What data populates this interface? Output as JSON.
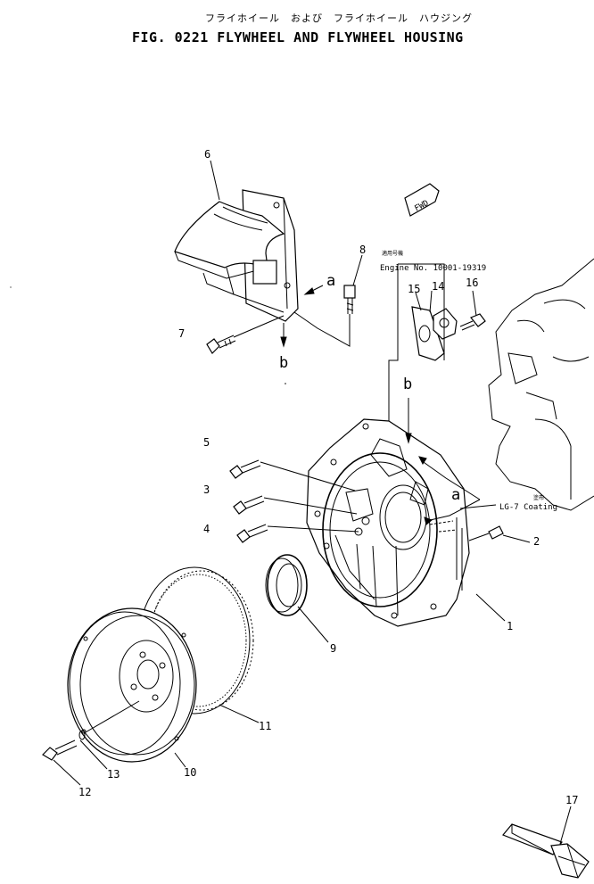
{
  "header": {
    "title_jp": "フライホイール　および　フライホイール　ハウジング",
    "title": "FIG. 0221  FLYWHEEL AND FLYWHEEL HOUSING"
  },
  "fwd_tag": "FWD",
  "callouts": {
    "p1": "1",
    "p2": "2",
    "p3": "3",
    "p4": "4",
    "p5": "5",
    "p6": "6",
    "p7": "7",
    "p8": "8",
    "p9": "9",
    "p10": "10",
    "p11": "11",
    "p12": "12",
    "p13": "13",
    "p14": "14",
    "p15": "15",
    "p16": "16",
    "p17": "17"
  },
  "view_markers": {
    "a_top": "a",
    "a_mid": "a",
    "b_top": "b",
    "b_mid": "b"
  },
  "notes": {
    "applicable_jp": "適用号機",
    "engine_no": "Engine No. 10001-19319",
    "coating_jp": "塗布",
    "coating": "LG-7 Coating"
  }
}
